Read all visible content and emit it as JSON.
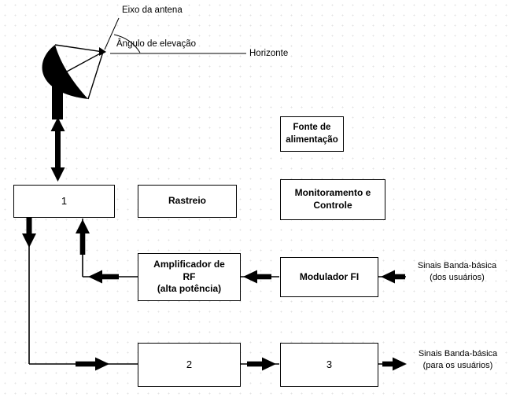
{
  "diagram": {
    "annotations": {
      "antenna_axis": "Eixo da antena",
      "elevation_angle": "Ângulo de elevação",
      "horizon": "Horizonte"
    },
    "blocks": {
      "block1": "1",
      "tracking": "Rastreio",
      "power_supply": "Fonte de\nalimentação",
      "monitoring": "Monitoramento e\nControle",
      "rf_amplifier": "Amplificador de\nRF\n(alta potência)",
      "if_modulator": "Modulador FI",
      "block2": "2",
      "block3": "3"
    },
    "io_labels": {
      "baseband_in": "Sinais Banda-básica\n(dos usuários)",
      "baseband_out": "Sinais Banda-básica\n(para os usuários)"
    },
    "colors": {
      "line": "#000000",
      "box_fill": "#ffffff",
      "grid_dot": "#e3e3e3"
    }
  }
}
